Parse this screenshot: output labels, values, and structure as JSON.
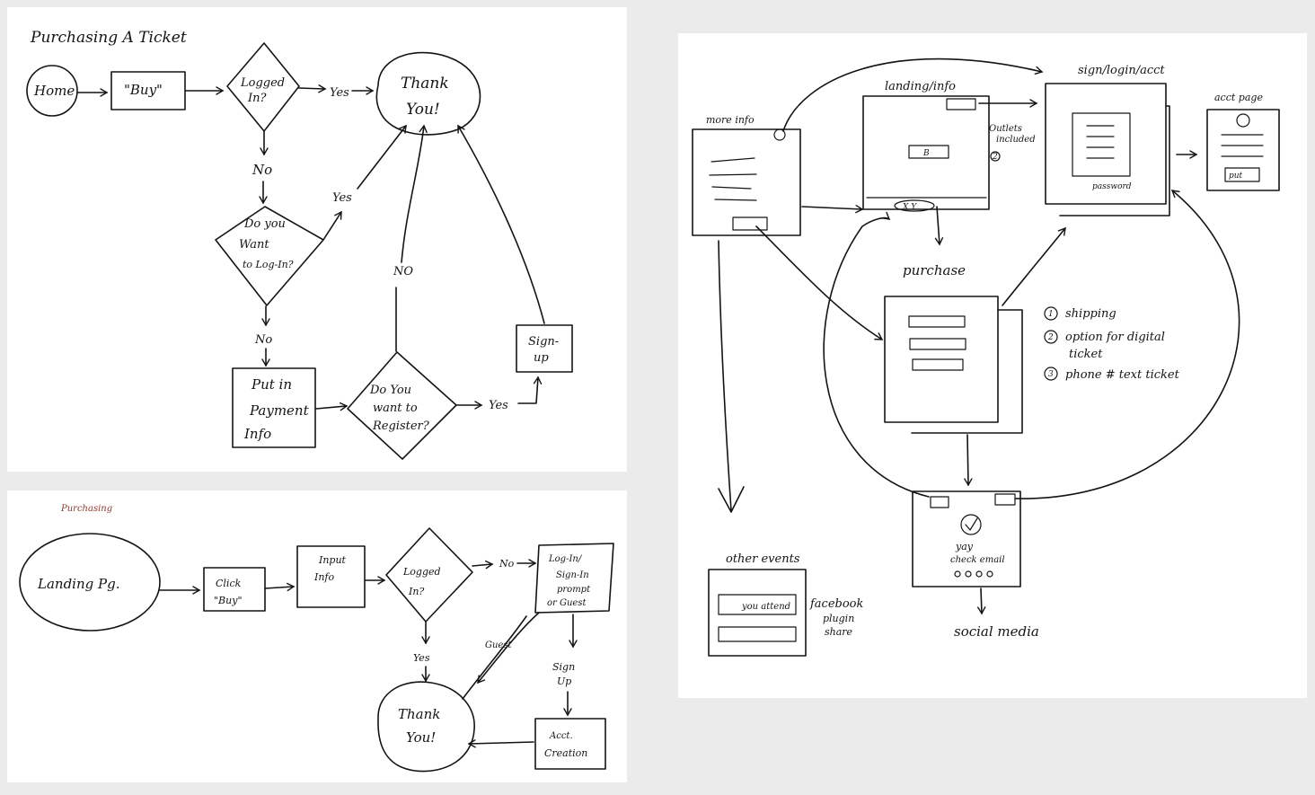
{
  "sheet1": {
    "title": "Purchasing A Ticket",
    "home": "Home",
    "buy": "\"Buy\"",
    "logged_in_1": "Logged",
    "logged_in_2": "In?",
    "yes_1": "Yes",
    "thank_1": "Thank",
    "thank_2": "You!",
    "no_1": "No",
    "want_login_1": "Do you",
    "want_login_2": "Want",
    "want_login_3": "to Log-In?",
    "yes_2": "Yes",
    "no_2": "No",
    "payment_1": "Put in",
    "payment_2": "Payment",
    "payment_3": "Info",
    "register_1": "Do You",
    "register_2": "want to",
    "register_3": "Register?",
    "yes_3": "Yes",
    "no_3": "NO",
    "signup_1": "Sign-",
    "signup_2": "up"
  },
  "sheet2": {
    "title": "Purchasing",
    "landing": "Landing Pg.",
    "click_1": "Click",
    "click_2": "\"Buy\"",
    "input_1": "Input",
    "input_2": "Info",
    "logged_1": "Logged",
    "logged_2": "In?",
    "no": "No",
    "prompt_1": "Log-In/",
    "prompt_2": "Sign-In",
    "prompt_3": "prompt",
    "prompt_4": "or Guest",
    "yes": "Yes",
    "guest": "Guest",
    "signup_1": "Sign",
    "signup_2": "Up",
    "thank_1": "Thank",
    "thank_2": "You!",
    "acct_1": "Acct.",
    "acct_2": "Creation"
  },
  "sheet3": {
    "more_info": "more info",
    "landing": "landing/info",
    "outlets_1": "Outlets",
    "outlets_2": "included",
    "circle_2": "2",
    "b_btn": "B",
    "xy": "X Y",
    "sign": "sign/login/acct",
    "password": "password",
    "acct_page": "acct page",
    "put_btn": "put",
    "purchase": "purchase",
    "note_1": "shipping",
    "note_2a": "option for digital",
    "note_2b": "ticket",
    "note_3": "phone # text ticket",
    "num_1": "1",
    "num_2": "2",
    "num_3": "3",
    "yay": "yay",
    "check_email": "check email",
    "other_events": "other events",
    "you_attend": "you attend",
    "facebook_1": "facebook",
    "facebook_2": "plugin",
    "facebook_3": "share",
    "social": "social media"
  }
}
